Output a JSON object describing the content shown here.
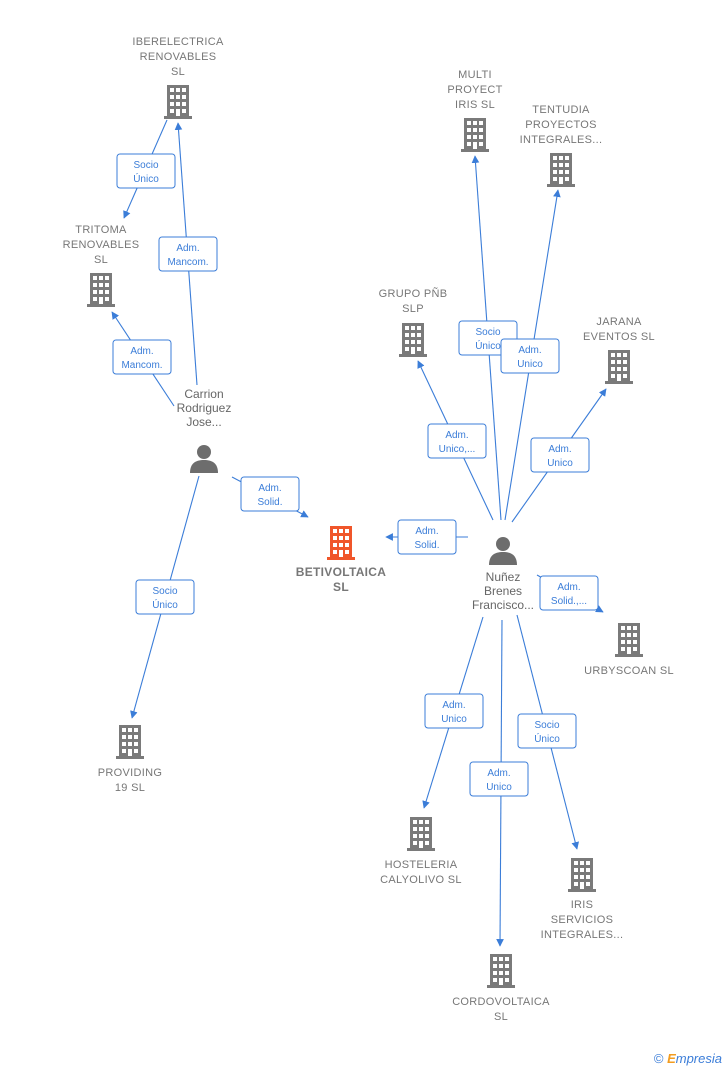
{
  "colors": {
    "edge": "#3b7dd8",
    "company": "#7a7a7a",
    "main_company": "#f0562a",
    "person": "#6d6d6d",
    "label": "#777777"
  },
  "nodes": [
    {
      "id": "betivoltaica",
      "type": "company",
      "main": true,
      "label_lines": [
        "BETIVOLTAICA",
        "SL"
      ]
    },
    {
      "id": "iberelectrica",
      "type": "company",
      "label_lines": [
        "IBERELECTRICA",
        "RENOVABLES",
        "SL"
      ]
    },
    {
      "id": "tritoma",
      "type": "company",
      "label_lines": [
        "TRITOMA",
        "RENOVABLES",
        "SL"
      ]
    },
    {
      "id": "providing",
      "type": "company",
      "label_lines": [
        "PROVIDING",
        "19  SL"
      ]
    },
    {
      "id": "multi",
      "type": "company",
      "label_lines": [
        "MULTI",
        "PROYECT",
        "IRIS  SL"
      ]
    },
    {
      "id": "tentudia",
      "type": "company",
      "label_lines": [
        "TENTUDIA",
        "PROYECTOS",
        "INTEGRALES..."
      ]
    },
    {
      "id": "grupo",
      "type": "company",
      "label_lines": [
        "GRUPO PÑB",
        "SLP"
      ]
    },
    {
      "id": "jarana",
      "type": "company",
      "label_lines": [
        "JARANA",
        "EVENTOS  SL"
      ]
    },
    {
      "id": "urbyscoan",
      "type": "company",
      "label_lines": [
        "URBYSCOAN SL"
      ]
    },
    {
      "id": "hosteleria",
      "type": "company",
      "label_lines": [
        "HOSTELERIA",
        "CALYOLIVO  SL"
      ]
    },
    {
      "id": "iris",
      "type": "company",
      "label_lines": [
        "IRIS",
        "SERVICIOS",
        "INTEGRALES..."
      ]
    },
    {
      "id": "cordovoltaica",
      "type": "company",
      "label_lines": [
        "CORDOVOLTAICA",
        "SL"
      ]
    },
    {
      "id": "carrion",
      "type": "person",
      "label_lines": [
        "Carrion",
        "Rodriguez",
        "Jose..."
      ]
    },
    {
      "id": "nunez",
      "type": "person",
      "label_lines": [
        "Nuñez",
        "Brenes",
        "Francisco..."
      ]
    }
  ],
  "edges": [
    {
      "from": "carrion",
      "to": "iberelectrica",
      "label_lines": [
        "Adm.",
        "Mancom."
      ]
    },
    {
      "from": "iberelectrica",
      "to": "tritoma",
      "label_lines": [
        "Socio",
        "Único"
      ]
    },
    {
      "from": "carrion",
      "to": "tritoma",
      "label_lines": [
        "Adm.",
        "Mancom."
      ]
    },
    {
      "from": "carrion",
      "to": "betivoltaica",
      "label_lines": [
        "Adm.",
        "Solid."
      ]
    },
    {
      "from": "carrion",
      "to": "providing",
      "label_lines": [
        "Socio",
        "Único"
      ]
    },
    {
      "from": "nunez",
      "to": "multi",
      "label_lines": [
        "Socio",
        "Único"
      ]
    },
    {
      "from": "nunez",
      "to": "tentudia",
      "label_lines": [
        "Adm.",
        "Unico"
      ]
    },
    {
      "from": "nunez",
      "to": "grupo",
      "label_lines": [
        "Adm.",
        "Unico,..."
      ]
    },
    {
      "from": "nunez",
      "to": "jarana",
      "label_lines": [
        "Adm.",
        "Unico"
      ]
    },
    {
      "from": "nunez",
      "to": "betivoltaica",
      "label_lines": [
        "Adm.",
        "Solid."
      ]
    },
    {
      "from": "nunez",
      "to": "urbyscoan",
      "label_lines": [
        "Adm.",
        "Solid.,..."
      ]
    },
    {
      "from": "nunez",
      "to": "hosteleria",
      "label_lines": [
        "Adm.",
        "Unico"
      ]
    },
    {
      "from": "nunez",
      "to": "cordovoltaica",
      "label_lines": [
        "Adm.",
        "Unico"
      ]
    },
    {
      "from": "nunez",
      "to": "iris",
      "label_lines": [
        "Socio",
        "Único"
      ]
    }
  ],
  "footer": {
    "copyright": "©",
    "brand_initial": "E",
    "brand_rest": "mpresia"
  }
}
